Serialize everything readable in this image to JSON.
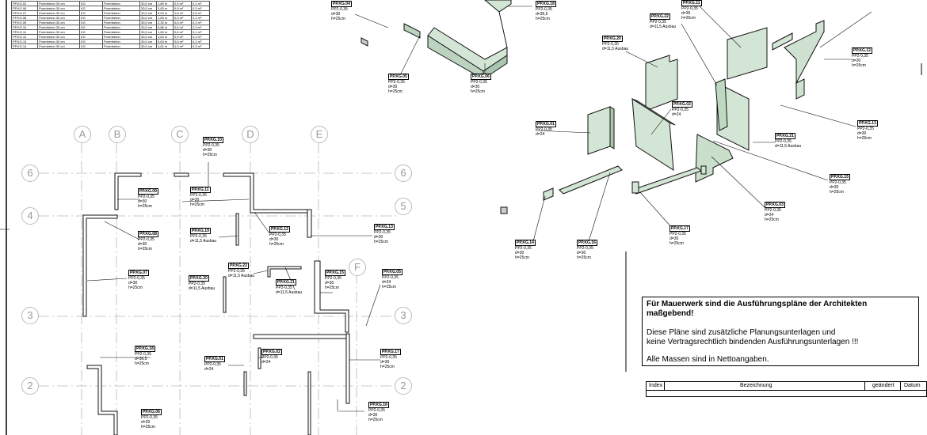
{
  "schedule": {
    "rows": [
      [
        "PP.KG.02",
        "Porenbeton 30 cm",
        "KG",
        "Porenbeton",
        "30,0 cm",
        "1,80 m",
        "0,5 m²",
        "0,1 m³"
      ],
      [
        "PP.KG.06",
        "Porenbeton 30 cm",
        "KG",
        "Porenbeton",
        "30,0 cm",
        "3,63 m",
        "0,9 m²",
        "0,3 m³"
      ],
      [
        "PP.KG.07",
        "Porenbeton 30 cm",
        "KG",
        "Porenbeton",
        "30,0 cm",
        "9,04 m",
        "1,8 m²",
        "0,5 m³"
      ],
      [
        "PP.KG.08",
        "Porenbeton 30 cm",
        "KG",
        "Porenbeton",
        "30,0 cm",
        "1,83 m",
        "0,5 m²",
        "0,1 m³"
      ],
      [
        "PP.KG.09",
        "Porenbeton 30 cm",
        "KG",
        "Porenbeton",
        "30,0 cm",
        "2,30 m",
        "0,6 m²",
        "0,2 m³"
      ],
      [
        "PP.KG.10",
        "Porenbeton 30 cm",
        "KG",
        "Porenbeton",
        "30,0 cm",
        "6,86 m",
        "0,6 m²",
        "0,3 m³"
      ],
      [
        "PP.KG.11",
        "Porenbeton 30 cm",
        "KG",
        "Porenbeton",
        "30,0 cm",
        "1,83 m",
        "0,6 m²",
        "0,1 m³"
      ],
      [
        "PP.KG.12",
        "Porenbeton 30 cm",
        "KG",
        "Porenbeton",
        "30,0 cm",
        "3,64 m",
        "0,9 m²",
        "0,3 m³"
      ],
      [
        "PP.KG.13",
        "Porenbeton 30 cm",
        "KG",
        "Porenbeton",
        "30,0 cm",
        "5,63 m",
        "0,6 m²",
        "0,2 m³"
      ],
      [
        "PP.KG.14",
        "Porenbeton 30 cm",
        "KG",
        "Porenbeton",
        "30,0 cm",
        "4,61 m",
        "1,0 m²",
        "0,3 m³"
      ]
    ]
  },
  "grid_labels": [
    "A",
    "B",
    "C",
    "D",
    "E",
    "F",
    "6",
    "6",
    "4",
    "5",
    "3",
    "3",
    "2",
    "2"
  ],
  "tags": [
    {
      "name": "PP.KG.04",
      "lines": [
        "PP2-0,35",
        "d=30",
        "h=25cm"
      ]
    },
    {
      "name": "PP.KG.18",
      "lines": [
        "PP2-0,35",
        "d=36,5",
        "h=25cm"
      ]
    },
    {
      "name": "PP.KG.05",
      "lines": [
        "PP2-0,35",
        "d=30",
        "h=25cm"
      ]
    },
    {
      "name": "PP.KG.06",
      "lines": [
        "PP2-0,35",
        "d=30",
        "h=25cm"
      ]
    },
    {
      "name": "PP.KG.22",
      "lines": [
        "PP2-0,35",
        "d=11,5 Ausbau"
      ]
    },
    {
      "name": "PP.KG.20",
      "lines": [
        "PP2-0,35",
        "d=11,5 Ausbau"
      ]
    },
    {
      "name": "PP.KG.11",
      "lines": [
        "PP2-0,35",
        "d=30",
        "h=25cm"
      ]
    },
    {
      "name": "PP.KG.12",
      "lines": [
        "PP2-0,35",
        "d=30",
        "h=25cm"
      ]
    },
    {
      "name": "PP.KG.02",
      "lines": [
        "PP2-0,35",
        "d=24"
      ]
    },
    {
      "name": "PP.KG.01",
      "lines": [
        "PP2-0,35",
        "d=24"
      ]
    },
    {
      "name": "PP.KG.13",
      "lines": [
        "PP2-0,35",
        "d=30",
        "h=25cm"
      ]
    },
    {
      "name": "PP.KG.21",
      "lines": [
        "PP2-0,35",
        "d=11,5 Ausbau"
      ]
    },
    {
      "name": "PP.KG.15",
      "lines": [
        "PP2-0,35",
        "d=30",
        "h=25cm"
      ]
    },
    {
      "name": "PP.KG.03",
      "lines": [
        "PP2-0,35",
        "d=24",
        "h=25cm"
      ]
    },
    {
      "name": "PP.KG.17",
      "lines": [
        "PP2-0,35",
        "d=30",
        "h=25cm"
      ]
    },
    {
      "name": "PP.KG.14",
      "lines": [
        "PP2-0,35",
        "d=30",
        "h=25cm"
      ]
    },
    {
      "name": "PP.KG.16",
      "lines": [
        "PP2-0,35",
        "d=30",
        "h=25cm"
      ]
    },
    {
      "name": "PP.KG.10",
      "lines": [
        "PP2-0,35",
        "d=30",
        "h=25cm"
      ]
    },
    {
      "name": "PP.KG.09",
      "lines": [
        "PP2-0,35",
        "d=30",
        "h=25cm"
      ]
    },
    {
      "name": "PP.KG.11",
      "lines": [
        "PP2-0,35",
        "d=30",
        "h=25cm"
      ]
    },
    {
      "name": "PP.KG.08",
      "lines": [
        "PP2-0,35",
        "d=30",
        "h=25cm"
      ]
    },
    {
      "name": "PP.KG.19",
      "lines": [
        "PP2-0,35",
        "d=11,5 Ausbau"
      ]
    },
    {
      "name": "PP.KG.12",
      "lines": [
        "PP2-0,35",
        "d=30",
        "h=25cm"
      ]
    },
    {
      "name": "PP.KG.13",
      "lines": [
        "PP2-0,35",
        "d=30",
        "h=25cm"
      ]
    },
    {
      "name": "PP.KG.07",
      "lines": [
        "PP2-0,35",
        "d=30",
        "h=25cm"
      ]
    },
    {
      "name": "PP.KG.22",
      "lines": [
        "PP2-0,35",
        "d=11,5 Ausbau"
      ]
    },
    {
      "name": "PP.KG.20",
      "lines": [
        "PP2-0,35",
        "d=11,5 Ausbau"
      ]
    },
    {
      "name": "PP.KG.21",
      "lines": [
        "PP2-0,35",
        "d=11,5 Ausbau"
      ]
    },
    {
      "name": "PP.KG.15",
      "lines": [
        "PP2-0,35",
        "d=30",
        "h=25cm"
      ]
    },
    {
      "name": "PP.KG.05",
      "lines": [
        "PP2-0,35",
        "d=24",
        "h=25cm"
      ]
    },
    {
      "name": "PP.KG.18",
      "lines": [
        "PP2-0,35",
        "d=36,5",
        "h=25cm"
      ]
    },
    {
      "name": "PP.KG.01",
      "lines": [
        "PP2-0,35",
        "d=24"
      ]
    },
    {
      "name": "PP.KG.02",
      "lines": [
        "PP2-0,35",
        "d=24"
      ]
    },
    {
      "name": "PP.KG.17",
      "lines": [
        "PP2-0,35",
        "d=30",
        "h=25cm"
      ]
    },
    {
      "name": "PP.KG.06",
      "lines": [
        "PP2-0,35",
        "d=30",
        "h=25cm"
      ]
    },
    {
      "name": "PP.KG.16",
      "lines": [
        "PP2-0,35",
        "d=30",
        "h=25cm"
      ]
    }
  ],
  "note": {
    "title": "Für Mauerwerk sind die Ausführungspläne der Architekten maßgebend!",
    "line1": "Diese Pläne sind zusätzliche Planungsunterlagen und",
    "line2": "keine Vertragsrechtlich bindenden Ausführungsunterlagen !!!",
    "line3": "Alle Massen sind in Nettoangaben."
  },
  "titleblock": {
    "index": "Index",
    "bezeichnung": "Bezeichnung",
    "geaendert": "geändert",
    "datum": "Datum"
  },
  "colors": {
    "wall_fill": "#cfe3d2",
    "wall_stroke": "#1a1a1a",
    "grid": "#b0b0b0"
  }
}
